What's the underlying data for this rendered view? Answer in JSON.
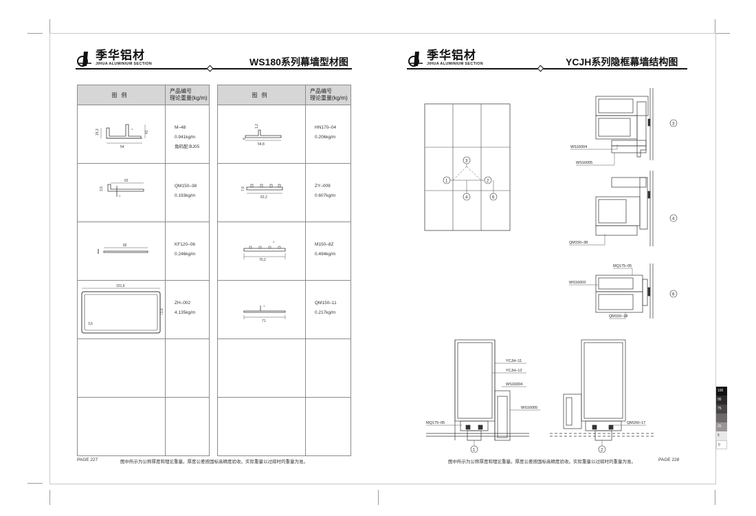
{
  "brand": {
    "name_cn": "季华铝材",
    "name_en": "JIHUA ALUMINIUM SECTION"
  },
  "left_page": {
    "title": "WS180系列幕墙型材图",
    "table": {
      "header_legend": "图例",
      "header_info_line1": "产品编号",
      "header_info_line2": "理论重量(kg/m)"
    },
    "profiles_left": [
      {
        "code": "M–48",
        "weight": "0.941kg/m",
        "note": "角码配:BJ05",
        "dims": [
          "15,3",
          "41",
          "1",
          "54"
        ]
      },
      {
        "code": "QM150–38",
        "weight": "0.193kg/m",
        "note": "",
        "dims": [
          "3,5",
          "62",
          "1"
        ]
      },
      {
        "code": "KF120–06",
        "weight": "0.246kg/m",
        "note": "",
        "dims": [
          "82"
        ]
      },
      {
        "code": "ZH–002",
        "weight": "4.135kg/m",
        "note": "",
        "dims": [
          "151,6",
          "71,6",
          "3,5"
        ]
      },
      {
        "code": "",
        "weight": "",
        "note": "",
        "dims": []
      },
      {
        "code": "",
        "weight": "",
        "note": "",
        "dims": []
      }
    ],
    "profiles_right": [
      {
        "code": "HN170–04",
        "weight": "0.206kg/m",
        "dims": [
          "1,2",
          "6",
          "54,8"
        ]
      },
      {
        "code": "ZY–009",
        "weight": "0.607kg/m",
        "dims": [
          "7,6",
          "62,2"
        ]
      },
      {
        "code": "M150–8Z",
        "weight": "0.494kg/m",
        "dims": [
          "2",
          "70,2"
        ]
      },
      {
        "code": "QM150–11",
        "weight": "0.217kg/m",
        "dims": [
          "1",
          "71"
        ]
      },
      {
        "code": "",
        "weight": "",
        "dims": []
      },
      {
        "code": "",
        "weight": "",
        "dims": []
      }
    ],
    "page_label": "PAGE 227",
    "footnote": "图中所示为公称厚度和理论重量。厚度公差按国标高精度验收。实际重量以过磅时的重量为准。"
  },
  "right_page": {
    "title": "YCJH系列隐框幕墙结构图",
    "elevation_markers": [
      "1",
      "2",
      "3",
      "4",
      "6"
    ],
    "section_labels": {
      "s3": [
        "WS16004",
        "WS16005",
        "3"
      ],
      "s4": [
        "QM150–38",
        "4"
      ],
      "s6": [
        "MQ175–05",
        "WS16003",
        "QM150–18",
        "6"
      ],
      "s1": [
        "YCJH–11",
        "YCJH–12",
        "WS16004",
        "WS16005",
        "MQ175–05",
        "1"
      ],
      "s2": [
        "QM150–17",
        "2"
      ]
    },
    "page_label": "PAGE 228",
    "footnote": "图中所示为公称厚度和理论重量。厚度公差按国标高精度验收。实际重量以过磅时的重量为准。"
  },
  "color_bar": [
    "100",
    "95",
    "75",
    "",
    "25",
    "5",
    "0"
  ]
}
